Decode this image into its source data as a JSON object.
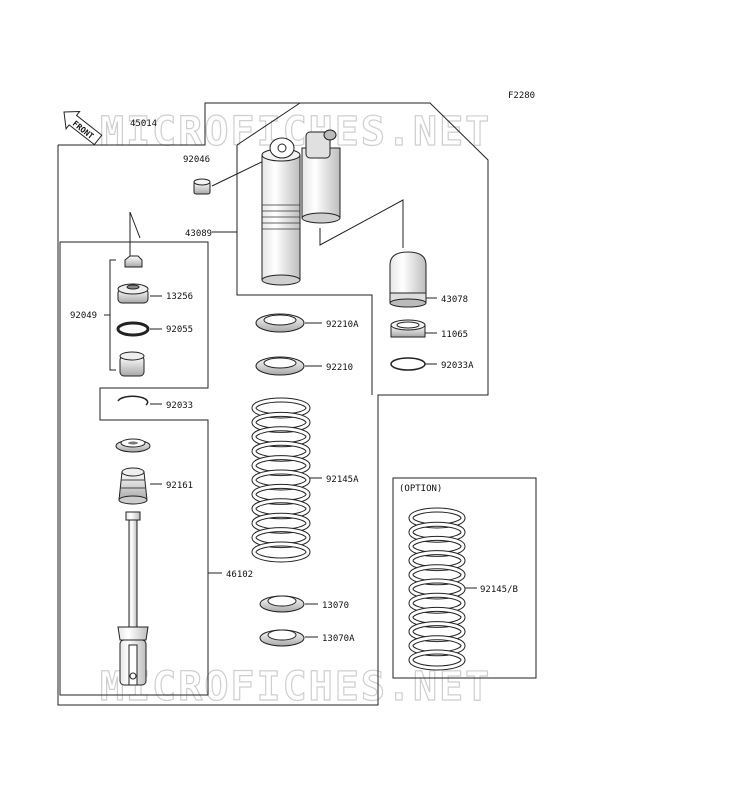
{
  "diagram_code": "F2280",
  "front_label": "FRONT",
  "watermark": "MICROFICHES.NET",
  "option_label": "(OPTION)",
  "parts": {
    "p45014": "45014",
    "p92046": "92046",
    "p43089": "43089",
    "p92049": "92049",
    "p13256": "13256",
    "p92055": "92055",
    "p92033": "92033",
    "p92161": "92161",
    "p46102": "46102",
    "p92210A": "92210A",
    "p92210": "92210",
    "p43078": "43078",
    "p11065": "11065",
    "p92033A": "92033A",
    "p92145A": "92145A",
    "p13070": "13070",
    "p13070A": "13070A",
    "p92145B": "92145/B"
  }
}
